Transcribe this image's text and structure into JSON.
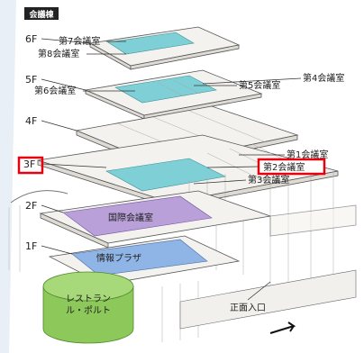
{
  "header": {
    "title": "会議棟"
  },
  "floors": [
    "6F",
    "5F",
    "4F",
    "3F",
    "2F",
    "1F"
  ],
  "rooms": {
    "r7": "第7会議室",
    "r8": "第8会議室",
    "r4": "第4会議室",
    "r6": "第6会議室",
    "r5": "第5会議室",
    "r1": "第1会議室",
    "r2": "第2会議室",
    "r3": "第3会議室",
    "intl": "国際会議室",
    "info": "情報プラザ",
    "rest": "レストラン\nル・ポルト",
    "entrance": "正面入口"
  },
  "highlight": {
    "floor": "3F",
    "room": "第2会議室",
    "color": "#e8000e"
  },
  "colors": {
    "room_cyan": "#7fcfd6",
    "room_purple": "#b9a0d9",
    "room_blue": "#8fb4e6",
    "restaurant_green": "#8cc85a"
  }
}
